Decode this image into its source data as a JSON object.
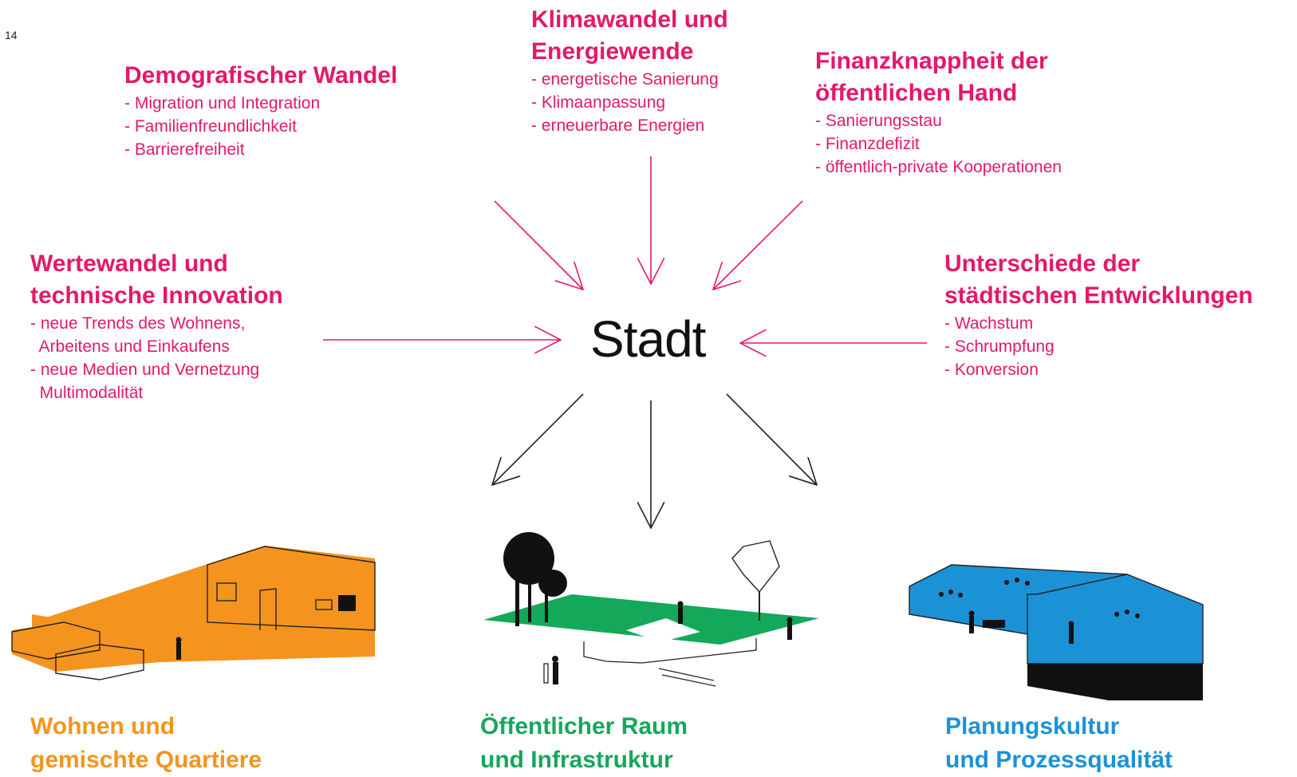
{
  "page_number": "14",
  "center_label": "Stadt",
  "drivers": [
    {
      "title_lines": [
        "Demografischer Wandel"
      ],
      "items": [
        "- Migration und Integration",
        "- Familienfreundlichkeit",
        "- Barrierefreiheit"
      ]
    },
    {
      "title_lines": [
        "Klimawandel und",
        "Energiewende"
      ],
      "items": [
        "- energetische Sanierung",
        "- Klimaanpassung",
        "- erneuerbare Energien"
      ]
    },
    {
      "title_lines": [
        "Finanzknappheit der",
        "öffentlichen Hand"
      ],
      "items": [
        "- Sanierungsstau",
        "- Finanzdefizit",
        "- öffentlich-private Kooperationen"
      ]
    },
    {
      "title_lines": [
        "Wertewandel und",
        "technische Innovation"
      ],
      "items": [
        "- neue Trends des Wohnens,",
        "  Arbeitens und Einkaufens",
        "- neue Medien und Vernetzung",
        "  Multimodalität"
      ]
    },
    {
      "title_lines": [
        "Unterschiede der",
        "städtischen Entwicklungen"
      ],
      "items": [
        "- Wachstum",
        "- Schrumpfung",
        "- Konversion"
      ]
    }
  ],
  "outcomes": [
    {
      "title_lines": [
        "Wohnen und",
        "gemischte Quartiere"
      ],
      "color": "#f4941e"
    },
    {
      "title_lines": [
        "Öffentlicher Raum",
        "und Infrastruktur"
      ],
      "color": "#14a85a"
    },
    {
      "title_lines": [
        "Planungskultur",
        "und Prozessqualität"
      ],
      "color": "#1b92d6"
    }
  ],
  "colors": {
    "driver": "#e5186a",
    "arrow_in": "#e5186a",
    "arrow_out": "#222222"
  }
}
